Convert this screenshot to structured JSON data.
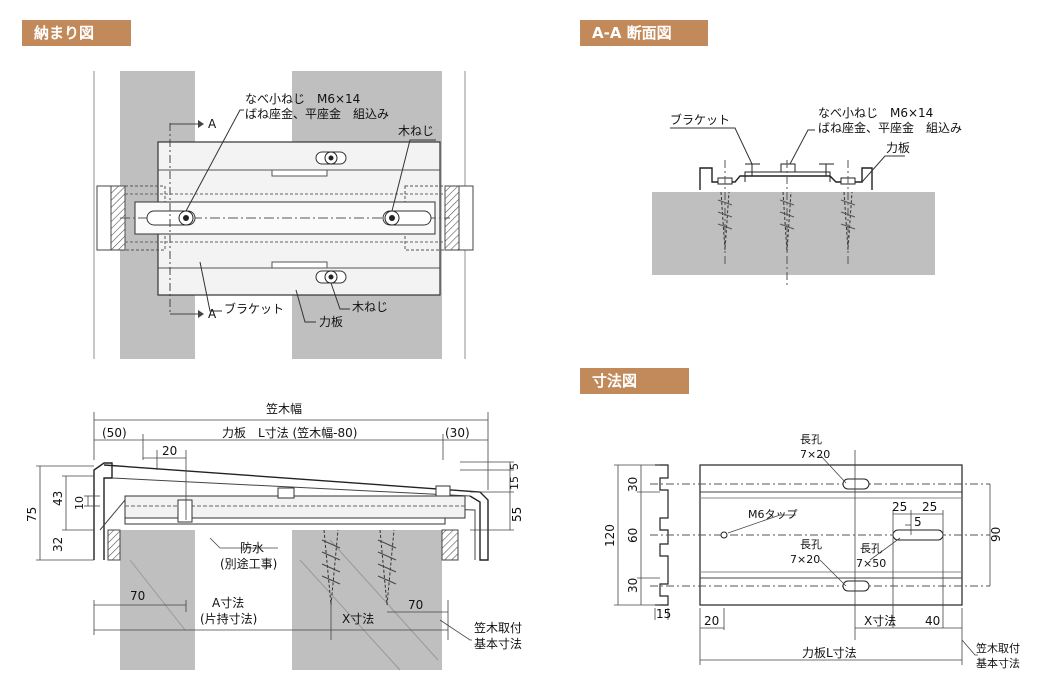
{
  "sections": {
    "assembly": "納まり図",
    "section_aa": "A-A 断面図",
    "dimensions": "寸法図"
  },
  "assembly": {
    "screw": "なべ小ねじ　M6×14",
    "washer": "ばね座金、平座金　組込み",
    "wood_screw_top": "木ねじ",
    "wood_screw_bottom": "木ねじ",
    "bracket": "ブラケット",
    "plate": "力板",
    "section_mark_top": "A",
    "section_mark_bottom": "A"
  },
  "section_aa": {
    "bracket": "ブラケット",
    "screw": "なべ小ねじ　M6×14",
    "washer": "ばね座金、平座金　組込み",
    "plate": "力板"
  },
  "section_view": {
    "kasagi_width": "笠木幅",
    "left_margin": "(50)",
    "plate_length": "力板　L寸法 (笠木幅-80)",
    "right_margin": "(30)",
    "d20": "20",
    "d5": "5",
    "d15": "15",
    "d43": "43",
    "d10": "10",
    "d75": "75",
    "d32": "32",
    "d55": "55",
    "waterproof": "防水",
    "waterproof_note": "(別途工事)",
    "d70_left": "70",
    "a_dim": "A寸法",
    "a_dim_note": "(片持寸法)",
    "x_dim": "X寸法",
    "d70_right": "70",
    "base_dim_1": "笠木取付",
    "base_dim_2": "基本寸法"
  },
  "dim_drawing": {
    "long_hole_top": "長孔",
    "long_hole_top_size": "7×20",
    "m6_tap": "M6タップ",
    "long_hole_mid": "長孔",
    "long_hole_mid_size": "7×20",
    "long_hole_right": "長孔",
    "long_hole_right_size": "7×50",
    "d25a": "25",
    "d25b": "25",
    "d5": "5",
    "d30_top": "30",
    "d120": "120",
    "d60": "60",
    "d30_bottom": "30",
    "d90": "90",
    "d15": "15",
    "d20": "20",
    "x_dim": "X寸法",
    "d40": "40",
    "plate_l": "力板L寸法",
    "base_dim_1": "笠木取付",
    "base_dim_2": "基本寸法"
  }
}
